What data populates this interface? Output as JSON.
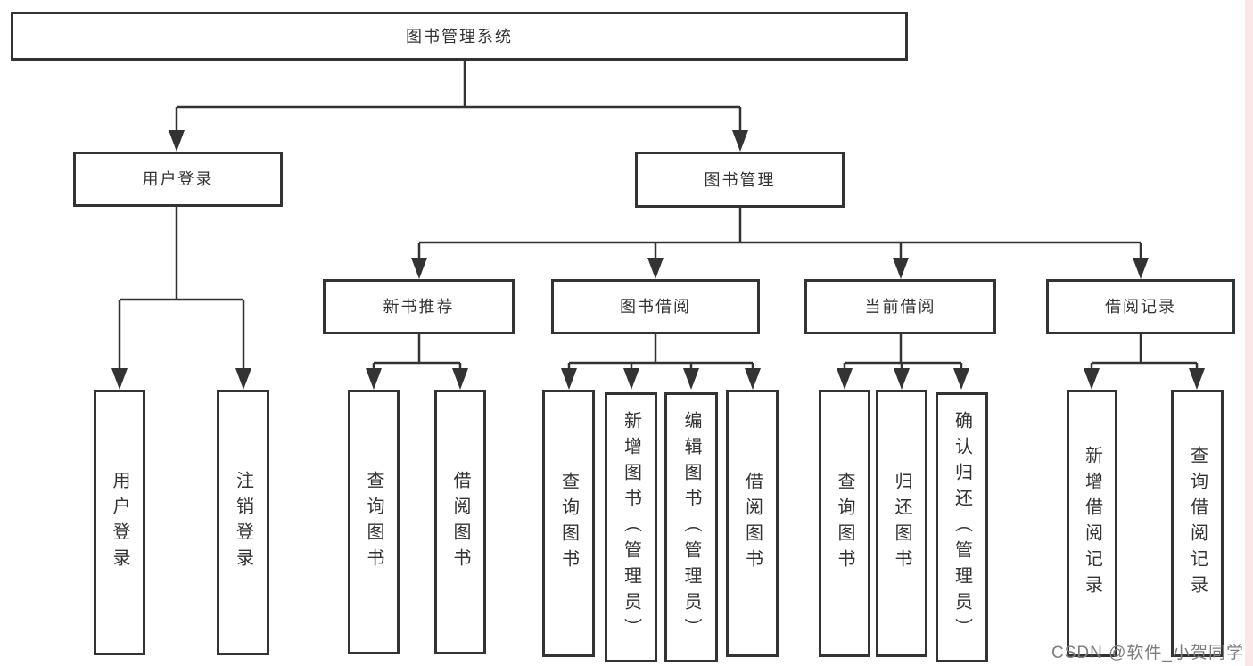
{
  "tree": {
    "root": {
      "label": "图书管理系统"
    },
    "branches": [
      {
        "label": "用户登录",
        "children": [
          {
            "label": "用户登录"
          },
          {
            "label": "注销登录"
          }
        ]
      },
      {
        "label": "图书管理",
        "children": [
          {
            "label": "新书推荐",
            "children": [
              {
                "label": "查询图书"
              },
              {
                "label": "借阅图书"
              }
            ]
          },
          {
            "label": "图书借阅",
            "children": [
              {
                "label": "查询图书"
              },
              {
                "label": "新增图书（管理员）"
              },
              {
                "label": "编辑图书（管理员）"
              },
              {
                "label": "借阅图书"
              }
            ]
          },
          {
            "label": "当前借阅",
            "children": [
              {
                "label": "查询图书"
              },
              {
                "label": "归还图书"
              },
              {
                "label": "确认归还（管理员）"
              }
            ]
          },
          {
            "label": "借阅记录",
            "children": [
              {
                "label": "新增借阅记录"
              },
              {
                "label": "查询借阅记录"
              }
            ]
          }
        ]
      }
    ]
  },
  "watermark": {
    "text": "CSDN @软件_小贺同学"
  },
  "colors": {
    "line": "#333333",
    "box_border": "#333333",
    "text": "#333333",
    "watermark": "#7d7d7d",
    "edge_strip": "#fbe7e7"
  }
}
